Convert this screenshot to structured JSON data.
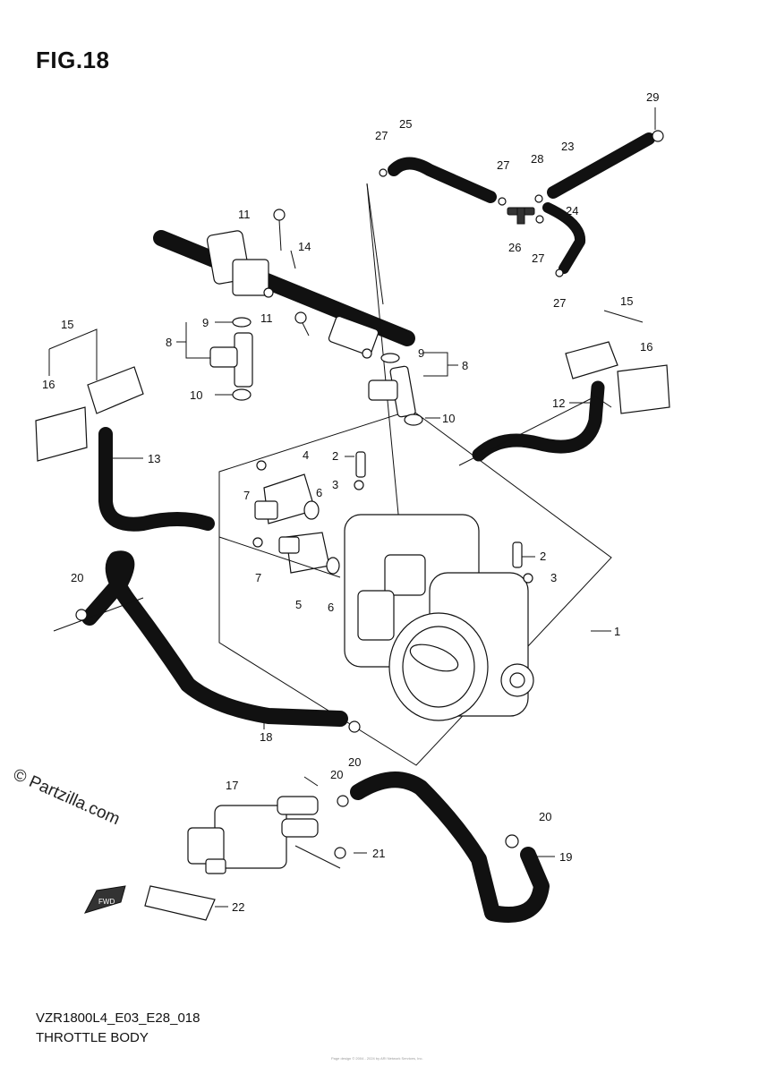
{
  "figure": {
    "title": "FIG.18",
    "code": "VZR1800L4_E03_E28_018",
    "name": "THROTTLE BODY"
  },
  "watermark": "© Partzilla.com",
  "orientation_badge": "FWD",
  "footnote": "Page design © 2004 - 2024 by ARI Network Services, Inc.",
  "callouts": {
    "c1": "1",
    "c2a": "2",
    "c2b": "2",
    "c3a": "3",
    "c3b": "3",
    "c4": "4",
    "c5": "5",
    "c6a": "6",
    "c6b": "6",
    "c7a": "7",
    "c7b": "7",
    "c8a": "8",
    "c8b": "8",
    "c9a": "9",
    "c9b": "9",
    "c10a": "10",
    "c10b": "10",
    "c11a": "11",
    "c11b": "11",
    "c12": "12",
    "c13": "13",
    "c14": "14",
    "c15a": "15",
    "c15b": "15",
    "c16a": "16",
    "c16b": "16",
    "c17": "17",
    "c18": "18",
    "c19": "19",
    "c20a": "20",
    "c20b": "20",
    "c20c": "20",
    "c20d": "20",
    "c21": "21",
    "c22": "22",
    "c23": "23",
    "c24": "24",
    "c25": "25",
    "c26": "26",
    "c27a": "27",
    "c27b": "27",
    "c27c": "27",
    "c27d": "27",
    "c28": "28",
    "c29": "29"
  }
}
